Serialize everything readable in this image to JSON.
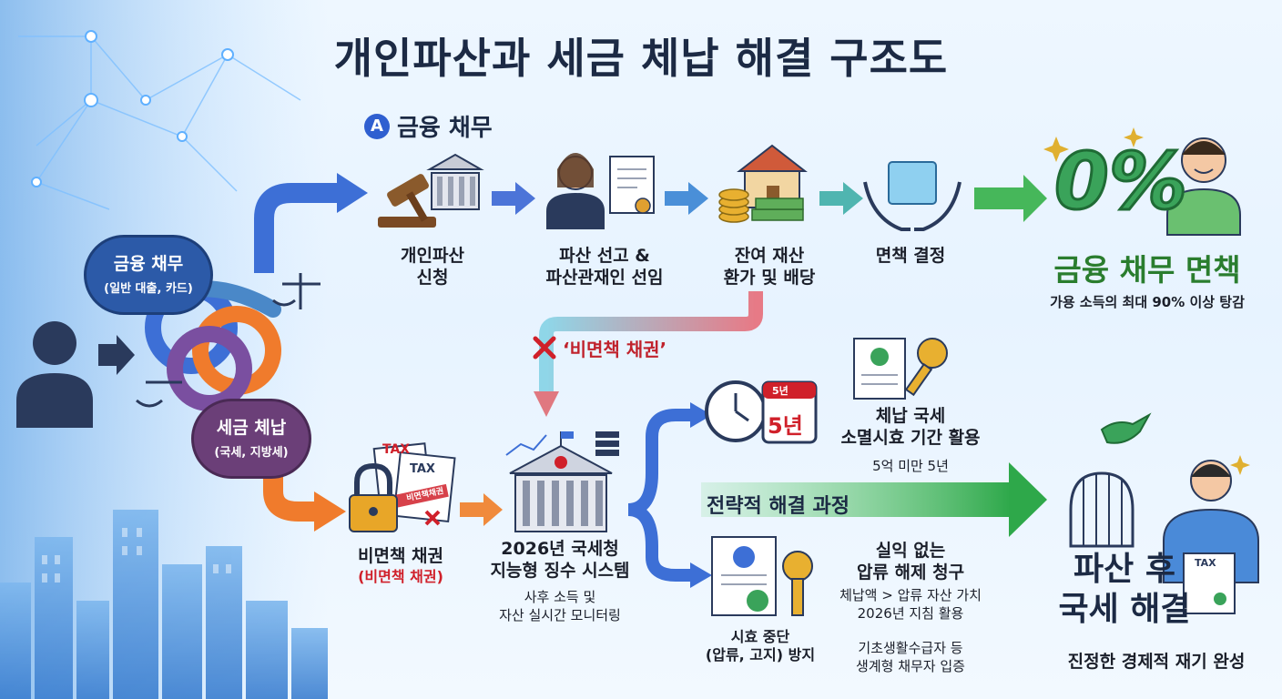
{
  "title": "개인파산과 세금 체납 해결 구조도",
  "section_a": {
    "badge": "A",
    "label": "금융 채무"
  },
  "bubbles": {
    "financial": {
      "main": "금융 채무",
      "sub": "(일반 대출, 카드)"
    },
    "tax": {
      "main": "세금 체납",
      "sub": "(국세, 지방세)"
    }
  },
  "top_flow": {
    "step1": {
      "line1": "개인파산",
      "line2": "신청"
    },
    "step2": {
      "line1": "파산 선고 &",
      "line2": "파산관재인 선임"
    },
    "step3": {
      "line1": "잔여 재산",
      "line2": "환가 및 배당"
    },
    "step4": {
      "line1": "면책 결정"
    },
    "result": {
      "percent": "0%",
      "title": "금융 채무 면책",
      "sub": "가용 소득의 최대 90% 이상 탕감"
    }
  },
  "nondischargeable_tag": "‘비면책 채권’",
  "bottom_flow": {
    "claim": {
      "line1": "비면책 채권",
      "line2": "(비면책 채권)"
    },
    "tax_doc_labels": {
      "tax1": "TAX",
      "tax2": "TAX",
      "stamp": "비면책채권"
    },
    "nts": {
      "line1": "2026년 국세청",
      "line2": "지능형 징수 시스템",
      "sub1": "사후 소득 및",
      "sub2": "자산 실시간 모니터링"
    },
    "calendar_badge": "5년",
    "calendar_month": "5년",
    "expiry": {
      "line1": "체납 국세",
      "line2": "소멸시효 기간 활용",
      "sub": "5억 미만 5년"
    },
    "strategy_label": "전략적 해결 과정",
    "release": {
      "line1": "실익 없는",
      "line2": "압류 해제 청구",
      "sub1": "체납액 > 압류 자산 가치",
      "sub2": "2026년 지침 활용"
    },
    "welfare": {
      "sub1": "기초생활수급자 등",
      "sub2": "생계형 채무자 입증"
    },
    "prevent": {
      "line1": "시효 중단",
      "line2": "(압류, 고지) 방지"
    },
    "final": {
      "line1": "파산 후",
      "line2": "국세 해결",
      "sub": "진정한 경제적 재기 완성",
      "doc_label": "TAX"
    }
  },
  "icons": [
    "person-silhouette-icon",
    "knot-icon",
    "scale-icon",
    "gavel-icon",
    "courthouse-icon",
    "trustee-icon",
    "house-money-icon",
    "open-hands-icon",
    "smiling-person-icon",
    "padlock-icon",
    "tax-document-icon",
    "nts-building-icon",
    "clock-icon",
    "calendar-icon",
    "document-key-icon",
    "birdcage-icon",
    "bird-icon"
  ],
  "colors": {
    "navy": "#1c2a44",
    "blue_arrow": "#3d6fd6",
    "orange_arrow": "#f07b2c",
    "green": "#2a7d2e",
    "red": "#d0202a",
    "purple": "#6b3f78"
  }
}
